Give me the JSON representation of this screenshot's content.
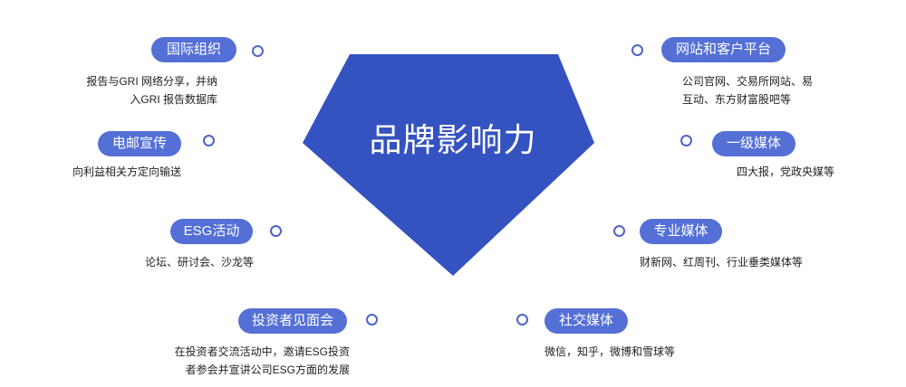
{
  "center": {
    "title": "品牌影响力",
    "color": "#3452c0"
  },
  "accent": {
    "pill": "#5470d6",
    "ring": "#4f63c9"
  },
  "items": [
    {
      "label": "国际组织",
      "desc": "报告与GRI 网络分享，并纳\n入GRI 报告数据库"
    },
    {
      "label": "电邮宣传",
      "desc": "向利益相关方定向输送"
    },
    {
      "label": "ESG活动",
      "desc": "论坛、研讨会、沙龙等"
    },
    {
      "label": "投资者见面会",
      "desc": "在投资者交流活动中，邀请ESG投资\n者参会并宣讲公司ESG方面的发展"
    },
    {
      "label": "网站和客户平台",
      "desc": "公司官网、交易所网站、易\n互动、东方财富股吧等"
    },
    {
      "label": "一级媒体",
      "desc": "四大报，党政央媒等"
    },
    {
      "label": "专业媒体",
      "desc": "财新网、红周刊、行业垂类媒体等"
    },
    {
      "label": "社交媒体",
      "desc": "微信，知乎，微博和雪球等"
    }
  ]
}
